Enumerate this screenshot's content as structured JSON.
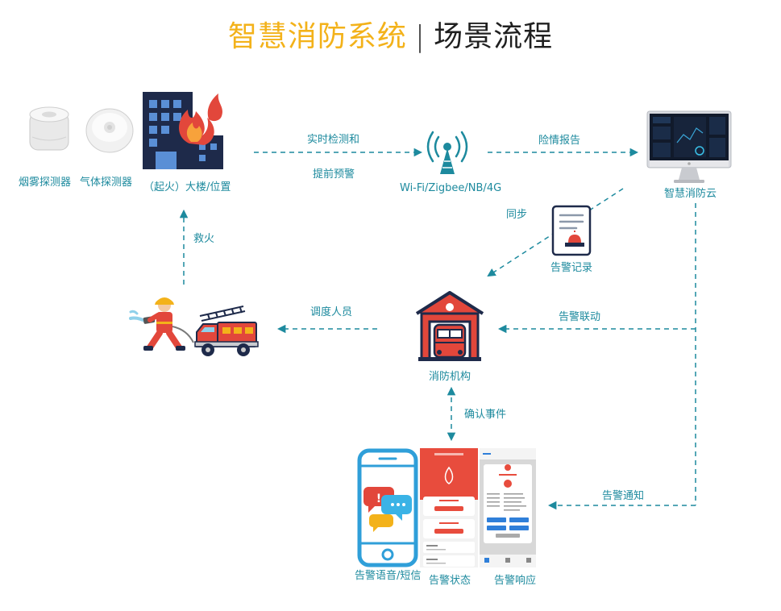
{
  "title": {
    "accent": "智慧消防系统",
    "separator": "|",
    "main": "场景流程"
  },
  "nodes": {
    "smoke_detector": "烟雾探测器",
    "gas_detector": "气体探测器",
    "building": "（起火）大楼/位置",
    "network": "Wi-Fi/Zigbee/NB/4G",
    "cloud": "智慧消防云",
    "alarm_record": "告警记录",
    "fire_station": "消防机构",
    "alarm_voice_sms": "告警语音/短信",
    "alarm_status": "告警状态",
    "alarm_response": "告警响应"
  },
  "edges": {
    "detect_line1": "实时检测和",
    "detect_line2": "提前预警",
    "danger_report": "险情报告",
    "sync": "同步",
    "rescue": "救火",
    "dispatch": "调度人员",
    "alarm_linkage": "告警联动",
    "confirm_event": "确认事件",
    "alarm_notify": "告警通知"
  },
  "colors": {
    "accent": "#f3b21a",
    "teal": "#1d8a9e",
    "red": "#e2473b",
    "navy": "#1e2a4a"
  }
}
